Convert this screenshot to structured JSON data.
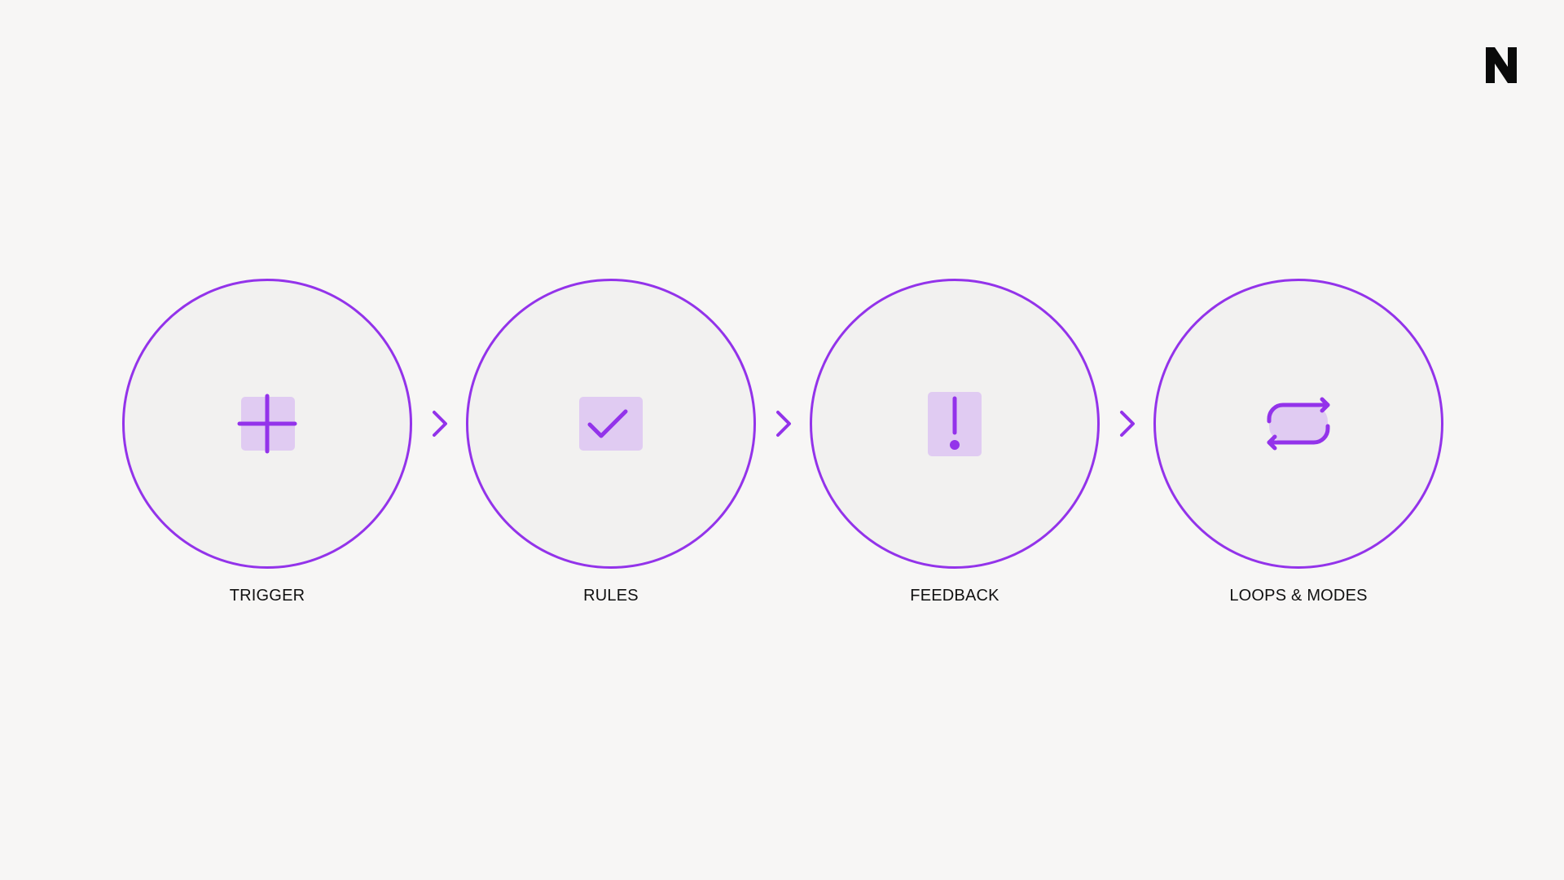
{
  "diagram": {
    "logo": {
      "icon": "n-logo-icon"
    },
    "accent_color": "#9333ea",
    "icon_fill_color": "#e0cbf2",
    "steps": [
      {
        "label": "TRIGGER",
        "icon": "plus-icon"
      },
      {
        "label": "RULES",
        "icon": "checkmark-icon"
      },
      {
        "label": "FEEDBACK",
        "icon": "exclamation-icon"
      },
      {
        "label": "LOOPS & MODES",
        "icon": "repeat-icon"
      }
    ],
    "connectors": [
      {
        "icon": "chevron-right-icon"
      },
      {
        "icon": "chevron-right-icon"
      },
      {
        "icon": "chevron-right-icon"
      }
    ]
  }
}
